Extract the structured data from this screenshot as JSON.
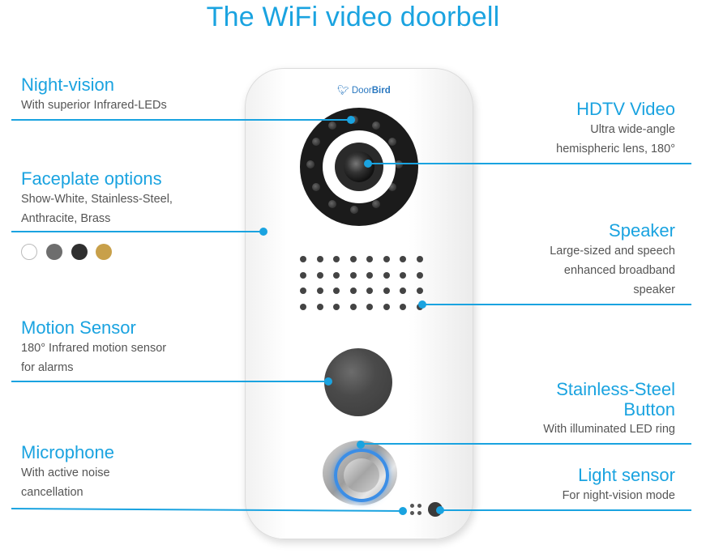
{
  "title": "The WiFi video doorbell",
  "brand": {
    "prefix": "Door",
    "suffix": "Bird",
    "icon": "bird-icon"
  },
  "features": {
    "night_vision": {
      "heading": "Night-vision",
      "desc": [
        "With superior Infrared-LEDs"
      ]
    },
    "faceplate": {
      "heading": "Faceplate options",
      "desc": [
        "Show-White, Stainless-Steel,",
        "Anthracite, Brass"
      ]
    },
    "motion": {
      "heading": "Motion Sensor",
      "desc": [
        "180° Infrared motion sensor",
        "for alarms"
      ]
    },
    "microphone": {
      "heading": "Microphone",
      "desc": [
        "With active noise",
        "cancellation"
      ]
    },
    "hdtv": {
      "heading": "HDTV Video",
      "desc": [
        "Ultra wide-angle",
        "hemispheric lens, 180°"
      ]
    },
    "speaker": {
      "heading": "Speaker",
      "desc": [
        "Large-sized and speech",
        "enhanced broadband",
        "speaker"
      ]
    },
    "button": {
      "heading": [
        "Stainless-Steel",
        "Button"
      ],
      "desc": [
        "With illuminated LED ring"
      ]
    },
    "light_sensor": {
      "heading": "Light sensor",
      "desc": [
        "For night-vision mode"
      ]
    }
  },
  "swatches": [
    {
      "name": "white",
      "color": "#ffffff"
    },
    {
      "name": "stainless-steel",
      "color": "#6e6e6e"
    },
    {
      "name": "anthracite",
      "color": "#2f2f2f"
    },
    {
      "name": "brass",
      "color": "#c8a04a"
    }
  ],
  "colors": {
    "accent": "#1aa3e0"
  }
}
